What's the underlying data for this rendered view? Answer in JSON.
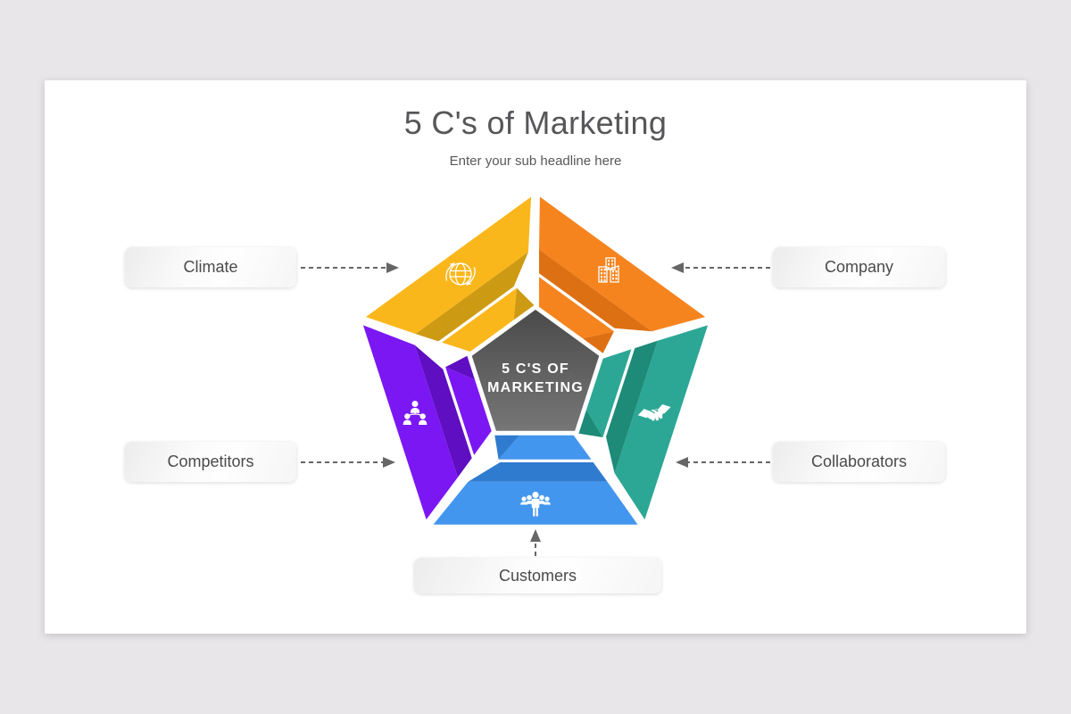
{
  "background_color": "#e8e6e9",
  "slide": {
    "title": "5 C's of Marketing",
    "subtitle": "Enter your sub headline here",
    "center_label": {
      "line1": "5 C'S OF",
      "line2": "MARKETING"
    },
    "center_colors": {
      "top": "#4a4a4a",
      "bottom": "#767676"
    },
    "arrow_color": "#666666",
    "icon_color": "#ffffff",
    "segments": [
      {
        "id": "climate",
        "label": "Climate",
        "icon": "globe-icon",
        "color": "#FAB71C",
        "color_dark": "#CD9A13",
        "position": "top-left"
      },
      {
        "id": "company",
        "label": "Company",
        "icon": "buildings-icon",
        "color": "#F6841E",
        "color_dark": "#DE7014",
        "position": "top-right"
      },
      {
        "id": "competitors",
        "label": "Competitors",
        "icon": "org-chart-icon",
        "color": "#7B17F2",
        "color_dark": "#5F0EC2",
        "position": "left"
      },
      {
        "id": "collaborators",
        "label": "Collaborators",
        "icon": "handshake-icon",
        "color": "#2CA795",
        "color_dark": "#1E8A78",
        "position": "right"
      },
      {
        "id": "customers",
        "label": "Customers",
        "icon": "people-group-icon",
        "color": "#4296EE",
        "color_dark": "#2F7BD0",
        "position": "bottom"
      }
    ]
  }
}
